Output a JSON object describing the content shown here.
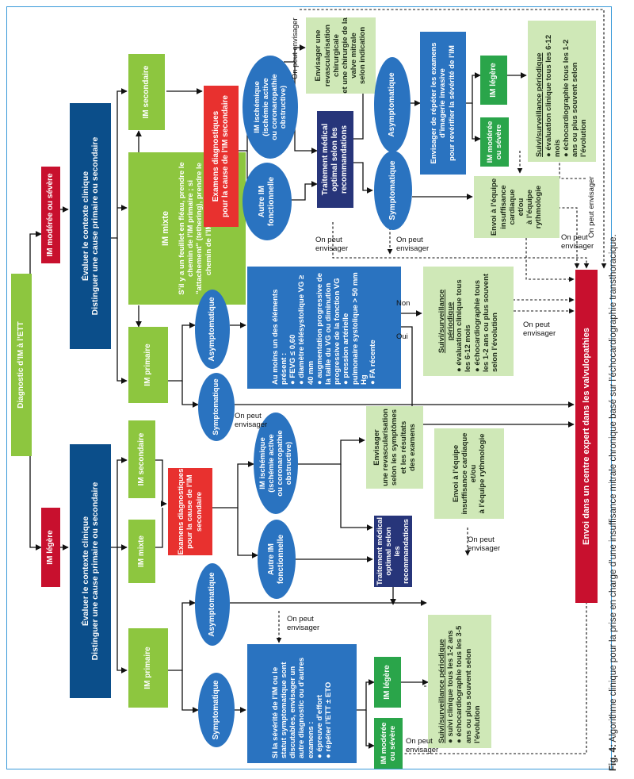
{
  "caption": {
    "label": "Fig. 4:",
    "text": "Algorithme clinique pour la prise en charge d’une insuffisance mitrale chronique basé sur l’échocardiographie transthoracique."
  },
  "colors": {
    "frame": "#3a9ad9",
    "lime": "#8dc63f",
    "navy": "#0b4e8a",
    "red": "#c8102e",
    "blue": "#2a73c0",
    "indigo": "#27357a",
    "green": "#2aa54a",
    "pale": "#cfe8b7"
  },
  "nodes": {
    "diagnostic": "Diagnostic d’IM à l’ETT",
    "im_moderee": "IM modérée ou sévère",
    "im_legere": "IM légère",
    "eval_top": [
      "Évaluer le contexte clinique",
      "Distinguer une cause primaire ou secondaire"
    ],
    "eval_bottom": [
      "Évaluer le contexte clinique",
      "Distinguer une cause primaire ou secondaire"
    ],
    "secondaire_top": "IM secondaire",
    "primaire_top": "IM primaire",
    "mixte_top": [
      "IM mixte",
      "S’il y a un feuillet en fléau, prendre le chemin de l’IM primaire ; si \"attachement\" (tethering), prendre le chemin de l’IM secondaire"
    ],
    "secondaire_bottom": "IM secondaire",
    "mixte_bottom": "IM mixte",
    "primaire_bottom": "IM primaire",
    "exam_top": [
      "Examens diagnostiques",
      "pour la cause de l’IM secondaire"
    ],
    "exam_bottom": [
      "Examens diagnostiques pour la cause de l’IM secondaire"
    ],
    "isch_top": [
      "IM ischémique",
      "(ischémie active",
      "ou coronaropathie",
      "obstructive)"
    ],
    "autre_top": [
      "Autre IM",
      "fonctionnelle"
    ],
    "isch_bottom": [
      "IM ischémique",
      "(ischémie active",
      "ou coronaropathie",
      "obstructive)"
    ],
    "autre_bottom": [
      "Autre IM",
      "fonctionnelle"
    ],
    "revasc_top": [
      "Envisager une revascularisation chirurgicale",
      "et une chirurgie de la valve mitrale",
      "selon indication"
    ],
    "traitement_top": [
      "Traitement médical",
      "optimal selon les",
      "recommandations"
    ],
    "traitement_bottom": [
      "Traitement médical",
      "optimal selon",
      "les recommandations"
    ],
    "asympt_top": "Asymptomatique",
    "sympt_top": "Symptomatique",
    "repeter": [
      "Envisager de répéter les examens",
      "d’imagerie invasive",
      "pour revérifier la sévérité de l’IM"
    ],
    "im_legere_top": "IM légère",
    "im_mod_top": [
      "IM modérée",
      "ou sévère"
    ],
    "suivi_top": {
      "title": "Suivi/surveillance périodique",
      "items": [
        "évaluation clinique tous les 6-12 mois",
        "échocardiographie tous les 1-2 ans ou plus souvent selon l’évolution"
      ]
    },
    "envoi_top": [
      "Envoi à l’équipe",
      "insuffisance",
      "cardiaque",
      "et/ou",
      "à l’équipe",
      "rythmologie"
    ],
    "asympt_mid": "Asymptomatique",
    "sympt_mid": "Symptomatique",
    "criteres": {
      "title": "Au moins un des éléments présent :",
      "items": [
        "FEVG ≤ 0,60",
        "diamètre télésystolique VG ≥ 40 mm",
        "augmentation progressive de la taille du VG ou diminution progressive de la fonction VG",
        "pression artérielle pulmonaire systolique > 50 mm Hg",
        "FA récente"
      ]
    },
    "suivi_mid": {
      "title": "Suivi/surveillance périodique",
      "items": [
        "évaluation clinique tous les 6-12 mois",
        "échocardiographie tous les 1-2 ans ou plus souvent selon l’évolution"
      ]
    },
    "envoi_centre": "Envoi dans un centre expert dans les valvulopathies",
    "revasc_bottom": [
      "Envisager",
      "une revascularisation",
      "selon les symptômes",
      "et les résultats",
      "des examens"
    ],
    "envoi_bottom": [
      "Envoi à l’équipe",
      "insuffisance cardiaque et/ou",
      "à l’équipe rythmologie"
    ],
    "asympt_bottom": "Asymptomatique",
    "sympt_bottom": "Symptomatique",
    "severite": {
      "intro": "Si la sévérité de l’IM ou le statut symptomatique sont discutables, envisager un autre diagnostic ou d’autres examens :",
      "items": [
        "épreuve d’effort",
        "répéter l’ETT ± ETO"
      ]
    },
    "im_legere_bottom": "IM légère",
    "im_mod_bottom": [
      "IM modérée",
      "ou sévère"
    ],
    "suivi_bottom": {
      "title": "Suivi/surveillance périodique",
      "items": [
        "suivi clinique tous les 1-2 ans",
        "échocardiographie tous les 3-5 ans ou plus souvent selon l’évolution"
      ]
    }
  },
  "labels": {
    "on_peut": "On peut envisager",
    "on_peut_a": "On peut",
    "envisager": "envisager",
    "oui": "Oui",
    "non": "Non"
  }
}
